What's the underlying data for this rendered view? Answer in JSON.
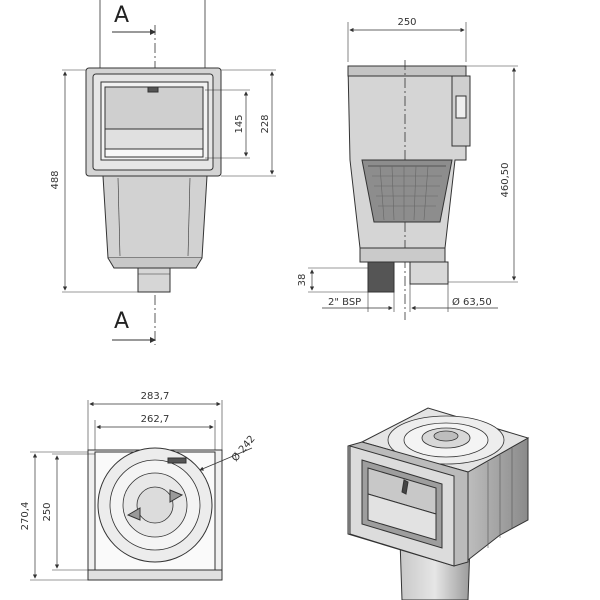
{
  "front_view": {
    "section_top": "A",
    "section_bottom": "A",
    "dim_height_total": "488",
    "dim_mouth_height": "145",
    "dim_body_height": "228"
  },
  "side_view": {
    "dim_width": "250",
    "dim_height": "460,50",
    "dim_outlet_height": "38",
    "dim_thread": "2\" BSP",
    "dim_pipe_diameter": "Ø 63,50"
  },
  "top_view": {
    "dim_outer_width": "283,7",
    "dim_inner_width": "262,7",
    "dim_outer_depth": "270,4",
    "dim_inner_depth": "250",
    "dim_lid_diameter": "Ø 242"
  },
  "colors": {
    "line": "#333333",
    "body_fill": "#d9d9d9",
    "dark_fill": "#9a9a9a",
    "iso_fill": "#cfcfcf"
  }
}
